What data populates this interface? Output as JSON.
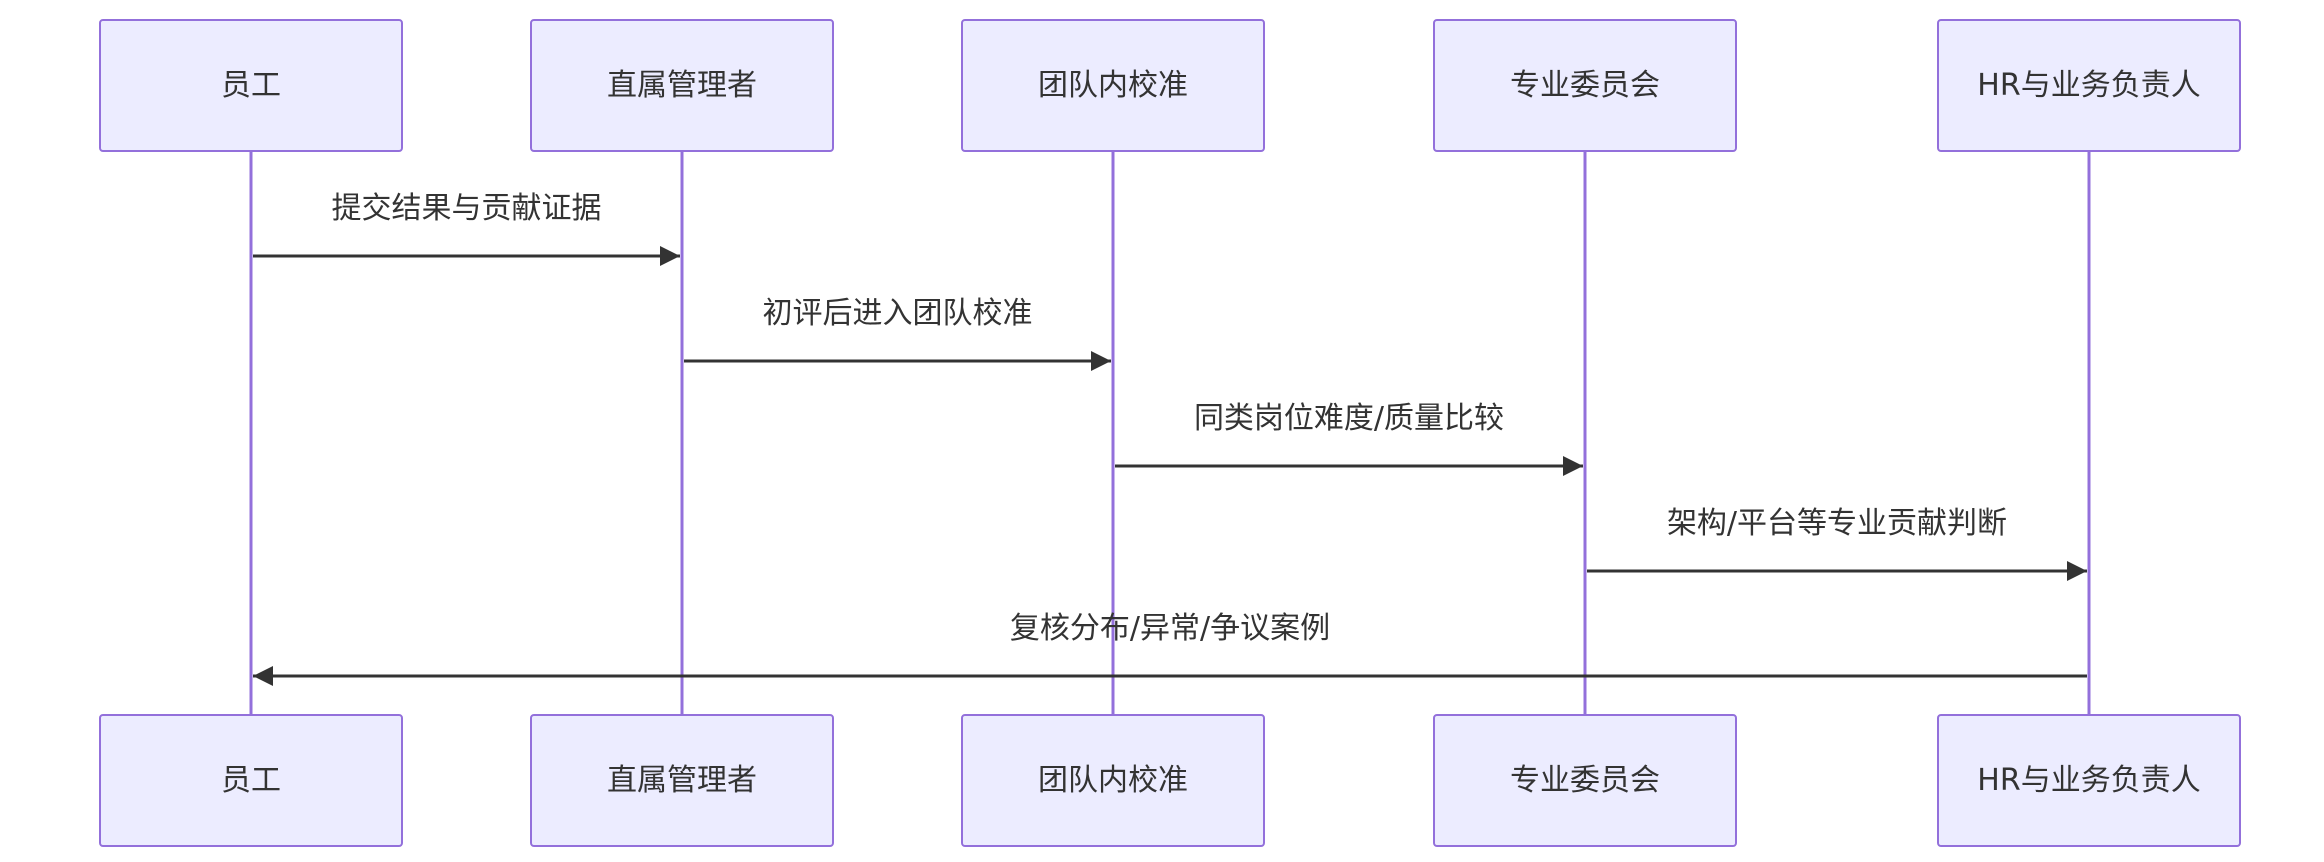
{
  "colors": {
    "actor_fill": "#ECECFF",
    "actor_border": "#9370DB",
    "lifeline": "#9370DB",
    "message": "#333333",
    "text": "#333333",
    "background": "#FFFFFF"
  },
  "diagram": {
    "type": "sequence",
    "actors": [
      {
        "id": "employee",
        "label": "员工"
      },
      {
        "id": "manager",
        "label": "直属管理者"
      },
      {
        "id": "team_calibration",
        "label": "团队内校准"
      },
      {
        "id": "committee",
        "label": "专业委员会"
      },
      {
        "id": "hr_business",
        "label": "HR与业务负责人"
      }
    ],
    "messages": [
      {
        "from": "employee",
        "to": "manager",
        "label": "提交结果与贡献证据"
      },
      {
        "from": "manager",
        "to": "team_calibration",
        "label": "初评后进入团队校准"
      },
      {
        "from": "team_calibration",
        "to": "committee",
        "label": "同类岗位难度/质量比较"
      },
      {
        "from": "committee",
        "to": "hr_business",
        "label": "架构/平台等专业贡献判断"
      },
      {
        "from": "hr_business",
        "to": "employee",
        "label": "复核分布/异常/争议案例"
      }
    ]
  }
}
